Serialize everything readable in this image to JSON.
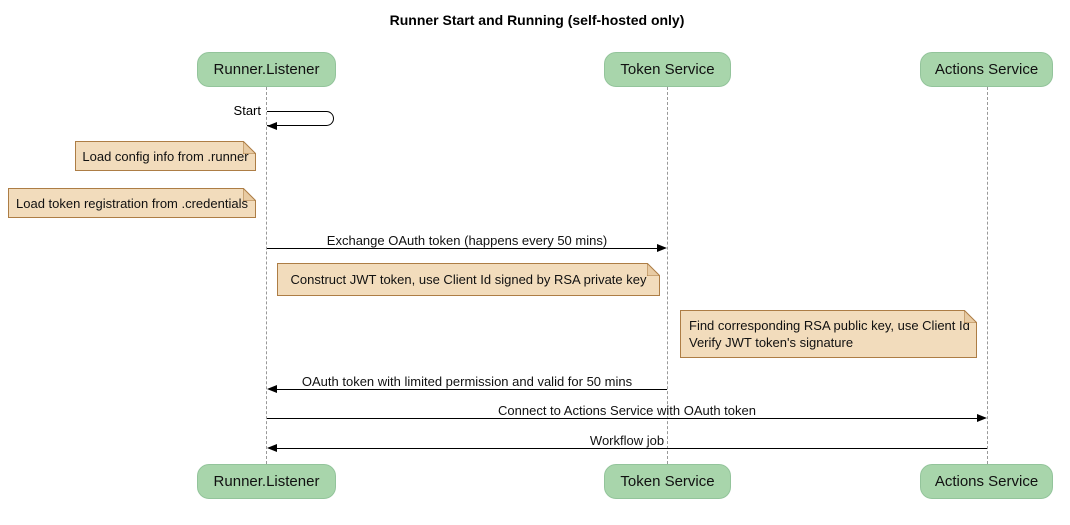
{
  "title": "Runner Start and Running (self-hosted only)",
  "diagram_type": "sequence",
  "colors": {
    "participant_fill": "#A8D5AB",
    "participant_border": "#93C49B",
    "note_fill": "#F2DCBC",
    "note_border": "#AD7D45",
    "lifeline": "#999999",
    "arrow": "#000000",
    "background": "#FFFFFF"
  },
  "participants": [
    {
      "name": "Runner.Listener"
    },
    {
      "name": "Token Service"
    },
    {
      "name": "Actions Service"
    }
  ],
  "messages": {
    "self_start": {
      "label": "Start",
      "from": "Runner.Listener",
      "to": "Runner.Listener"
    },
    "exchange": {
      "label": "Exchange OAuth token (happens every 50 mins)",
      "from": "Runner.Listener",
      "to": "Token Service"
    },
    "oauth_return": {
      "label": "OAuth token with limited permission and valid for 50 mins",
      "from": "Token Service",
      "to": "Runner.Listener"
    },
    "connect": {
      "label": "Connect to Actions Service with OAuth token",
      "from": "Runner.Listener",
      "to": "Actions Service"
    },
    "workflow": {
      "label": "Workflow job",
      "from": "Actions Service",
      "to": "Runner.Listener"
    }
  },
  "notes": [
    {
      "text": "Load config info from .runner"
    },
    {
      "text": "Load token registration from .credentials"
    },
    {
      "text": "Construct JWT token, use Client Id signed by RSA private key"
    },
    {
      "lines": [
        "Find corresponding RSA public key, use Client Id",
        "Verify JWT token's signature"
      ]
    }
  ]
}
